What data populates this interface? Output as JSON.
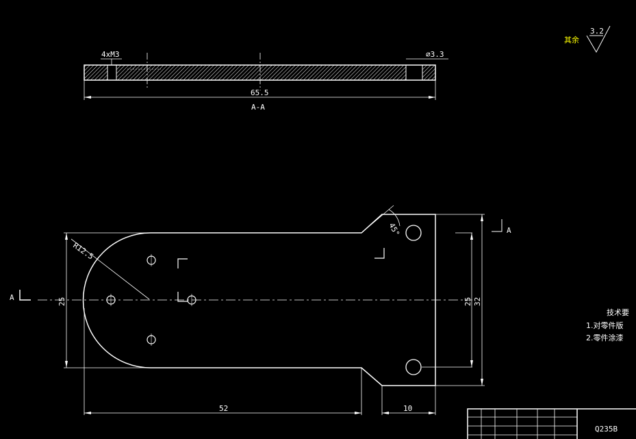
{
  "colors": {
    "background": "#000000",
    "line": "#ffffff",
    "annotation": "#ffff00"
  },
  "roughness": {
    "prefix": "其余",
    "value": "3.2"
  },
  "section": {
    "label": "A-A",
    "hole_thread_callout": "4xM3",
    "hole_dia_callout": "⌀3.3",
    "length_dim": "65.5"
  },
  "plan": {
    "radius_dim": "R12.5",
    "angle_dim": "45°",
    "width_inner_left": "25",
    "width_inner_right": "25",
    "width_outer_right": "32",
    "length_left": "52",
    "length_right": "10",
    "section_marker_left": "A",
    "section_marker_right": "A"
  },
  "tech_requirements": {
    "title": "技术要",
    "item1": "1.对零件版",
    "item2": "2.零件涂漆"
  },
  "title_block": {
    "material": "Q235B"
  }
}
